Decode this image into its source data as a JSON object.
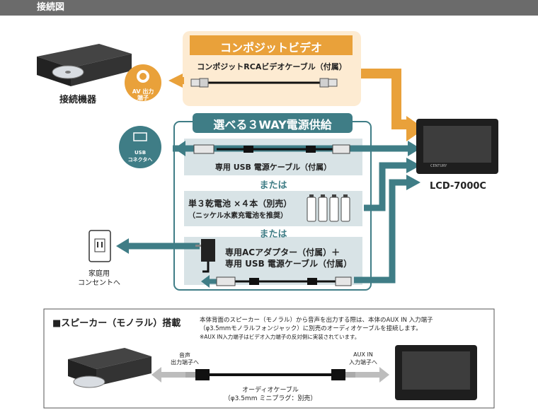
{
  "header": {
    "title": "接続図"
  },
  "top": {
    "device_label": "接続機器",
    "av_port_label_1": "AV 出力",
    "av_port_label_2": "端子",
    "composite_title": "コンポジットビデオ",
    "composite_cable": "コンポジットRCAビデオケーブル（付属）",
    "power_title": "選べる３WAY電源供給",
    "usb_port_label_1": "USB",
    "usb_port_label_2": "コネクタへ",
    "usb_cable": "専用 USB 電源ケーブル（付属）",
    "or_1": "または",
    "battery_line_1": "単３乾電池 ×４本（別売）",
    "battery_line_2": "（ニッケル水素充電池を推奨）",
    "or_2": "または",
    "ac_line_1": "専用ACアダプター（付属）＋",
    "ac_line_2": "専用 USB 電源ケーブル（付属）",
    "outlet_label_1": "家庭用",
    "outlet_label_2": "コンセントへ",
    "monitor_label": "LCD-7000C",
    "monitor_brand": "CENTURY"
  },
  "speaker": {
    "title": "■スピーカー（モノラル）搭載",
    "desc_1": "本体背面のスピーカー（モノラル）から音声を出力する際は、本体のAUX IN 入力端子",
    "desc_2": "（φ3.5mmモノラルフォンジャック）に別売のオーディオケーブルを接続します。",
    "desc_3": "※AUX IN入力端子はビデオ入力端子の反対側に実装されています。",
    "left_label_1": "音声",
    "left_label_2": "出力端子へ",
    "right_label_1": "AUX IN",
    "right_label_2": "入力端子へ",
    "cable_1": "オーディオケーブル",
    "cable_2": "（φ3.5mm ミニプラグ：別売）"
  },
  "colors": {
    "orange": "#e9a13a",
    "orange_light": "#fdebd2",
    "teal": "#3f7d86",
    "teal_light": "#d8e3e6",
    "header": "#6b6b6b",
    "cable": "#111111"
  },
  "icons": [
    "dvd-player-icon",
    "av-port-icon",
    "usb-port-icon",
    "monitor-icon",
    "battery-icon",
    "power-outlet-icon",
    "ac-adapter-icon",
    "usb-plug-icon",
    "rca-plug-icon",
    "audio-plug-icon"
  ]
}
